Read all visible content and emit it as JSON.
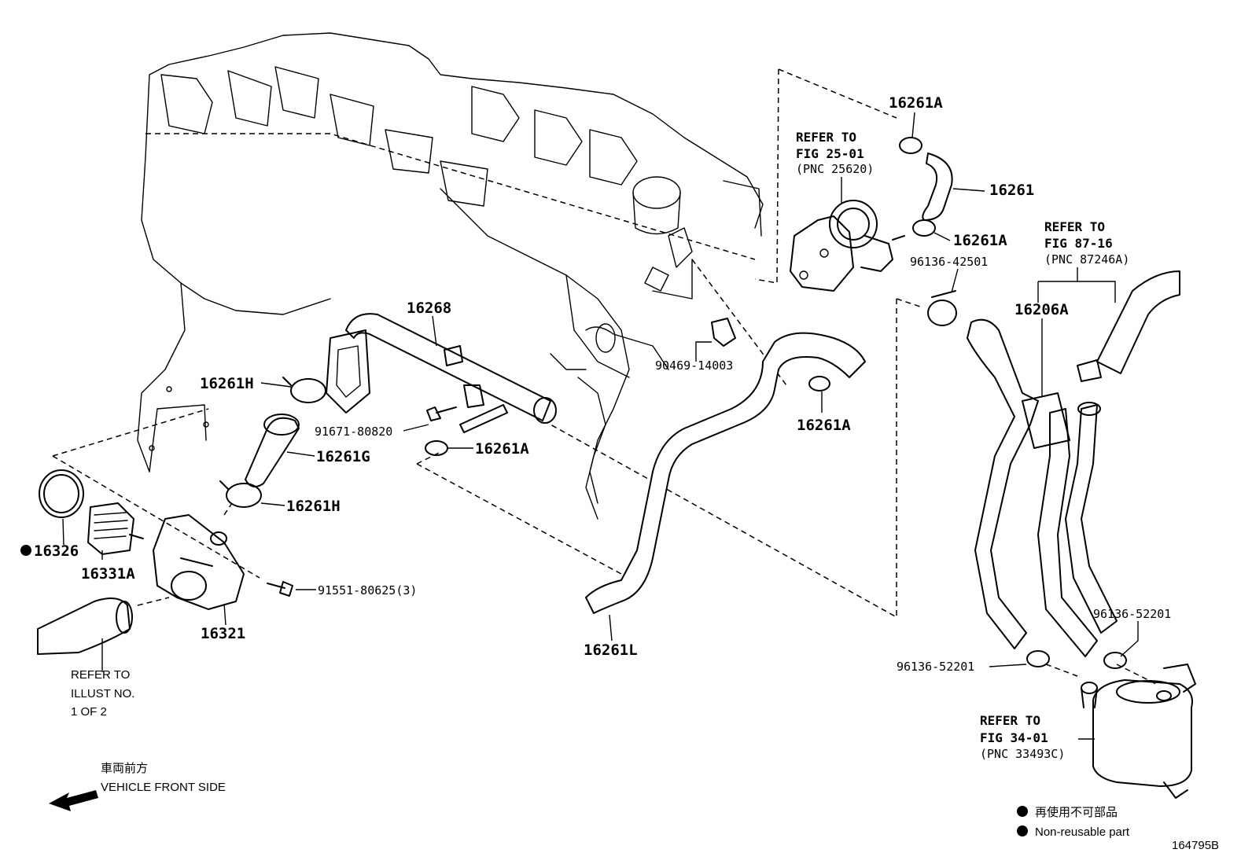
{
  "figure_id": "164795B",
  "labels": {
    "p16261A_top": "16261A",
    "p16261": "16261",
    "p16261A_right": "16261A",
    "p96136_42501": "96136-42501",
    "p16206A": "16206A",
    "p16268": "16268",
    "p90469_14003": "90469-14003",
    "p16261H_upper": "16261H",
    "p16261A_mid": "16261A",
    "p91671_80820": "91671-80820",
    "p16261A_lower": "16261A",
    "p16261G": "16261G",
    "p16261H_lower": "16261H",
    "p16326": "16326",
    "p16331A": "16331A",
    "p91551_80625": "91551-80625(3)",
    "p16321": "16321",
    "p16261L": "16261L",
    "p96136_52201_right": "96136-52201",
    "p96136_52201_left": "96136-52201"
  },
  "refs": {
    "fig25": {
      "line1": "REFER TO",
      "line2": "FIG 25-01",
      "line3": "(PNC 25620)"
    },
    "fig87": {
      "line1": "REFER TO",
      "line2": "FIG 87-16",
      "line3": "(PNC 87246A)"
    },
    "fig34": {
      "line1": "REFER TO",
      "line2": "FIG 34-01",
      "line3": "(PNC 33493C)"
    },
    "illust": {
      "line1": "REFER TO",
      "line2": "ILLUST NO.",
      "line3": "1 OF 2"
    }
  },
  "direction": {
    "jp": "車両前方",
    "en": "VEHICLE FRONT SIDE"
  },
  "legend": {
    "jp": "再使用不可部品",
    "en": "Non-reusable part"
  }
}
